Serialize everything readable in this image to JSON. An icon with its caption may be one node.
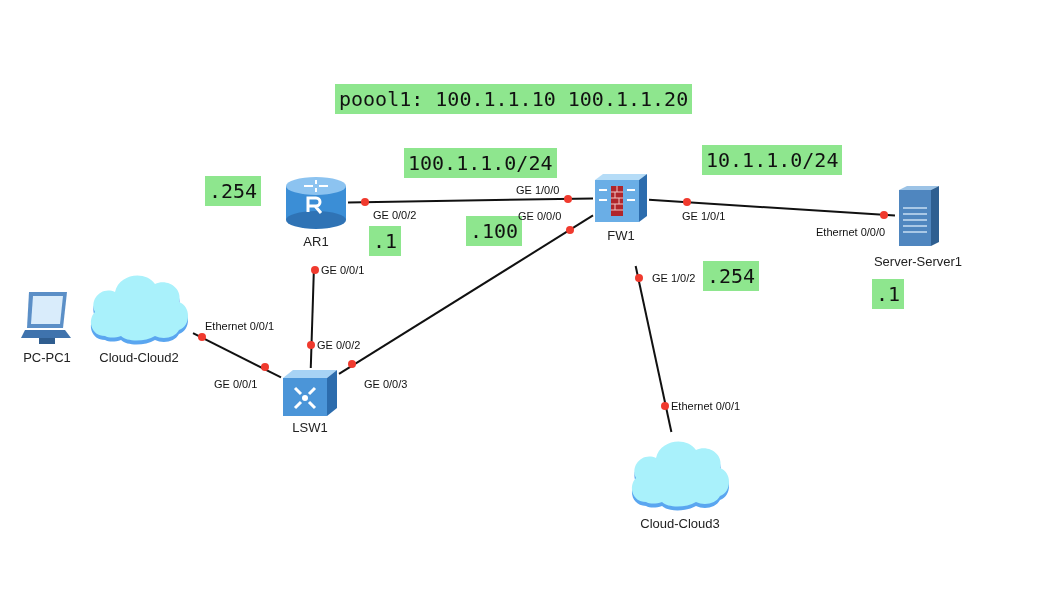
{
  "diagram": {
    "nodes": [
      {
        "text": [
          "AR1"
        ]
      },
      {
        "text": [
          "PC-PC1"
        ]
      },
      {
        "text": [
          "Cloud-Cloud2"
        ]
      },
      {
        "text": [
          "LSW1"
        ]
      },
      {
        "text": [
          "FW1"
        ]
      },
      {
        "text": [
          "Server-Server1"
        ]
      },
      {
        "text": [
          "Cloud-Cloud3"
        ]
      }
    ],
    "edges": [
      {
        "from": 0,
        "to": 4,
        "arrow": "none"
      },
      {
        "from": 0,
        "to": 3,
        "arrow": "none"
      },
      {
        "from": 2,
        "to": 3,
        "arrow": "none"
      },
      {
        "from": 3,
        "to": 4,
        "arrow": "none"
      },
      {
        "from": 4,
        "to": 5,
        "arrow": "none"
      },
      {
        "from": 4,
        "to": 6,
        "arrow": "none"
      }
    ],
    "labels": [
      "poool1: 100.1.1.10 100.1.1.20",
      "100.1.1.0/24",
      "10.1.1.0/24",
      ".254",
      ".1",
      ".100",
      ".254",
      ".1",
      "GE 0/0/2",
      "GE 1/0/0",
      "GE 1/0/1",
      "Ethernet 0/0/0",
      "GE 0/0/0",
      "GE 1/0/2",
      "GE 0/0/1",
      "GE 0/0/2",
      "Ethernet 0/0/1",
      "GE 0/0/1",
      "GE 0/0/3",
      "Ethernet 0/0/1"
    ]
  }
}
